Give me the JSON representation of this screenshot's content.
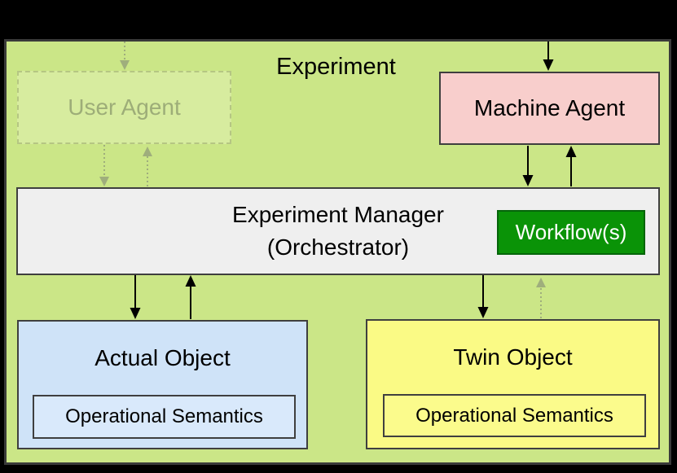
{
  "diagram": {
    "title": "Experiment",
    "nodes": {
      "user_agent": {
        "label": "User Agent",
        "state": "faded"
      },
      "machine_agent": {
        "label": "Machine Agent"
      },
      "experiment_manager": {
        "line1": "Experiment Manager",
        "line2": "(Orchestrator)"
      },
      "workflow": {
        "label": "Workflow(s)"
      },
      "actual_object": {
        "label": "Actual Object",
        "inner_label": "Operational Semantics"
      },
      "twin_object": {
        "label": "Twin Object",
        "inner_label": "Operational Semantics"
      }
    },
    "edges": [
      {
        "from": "outside-top",
        "to": "user_agent",
        "style": "dotted-faded",
        "direction": "down"
      },
      {
        "from": "user_agent",
        "to": "experiment_manager",
        "style": "dotted-faded",
        "direction": "down"
      },
      {
        "from": "experiment_manager",
        "to": "user_agent",
        "style": "dotted-faded",
        "direction": "up"
      },
      {
        "from": "outside-top",
        "to": "machine_agent",
        "style": "solid",
        "direction": "down"
      },
      {
        "from": "machine_agent",
        "to": "experiment_manager",
        "style": "solid",
        "direction": "down"
      },
      {
        "from": "experiment_manager",
        "to": "machine_agent",
        "style": "solid",
        "direction": "up"
      },
      {
        "from": "experiment_manager",
        "to": "actual_object",
        "style": "solid",
        "direction": "down"
      },
      {
        "from": "actual_object",
        "to": "experiment_manager",
        "style": "solid",
        "direction": "up"
      },
      {
        "from": "experiment_manager",
        "to": "twin_object",
        "style": "solid",
        "direction": "down"
      },
      {
        "from": "twin_object",
        "to": "experiment_manager",
        "style": "dotted-faded",
        "direction": "up"
      }
    ],
    "colors": {
      "background": "#000000",
      "panel_fill": "#cbe687",
      "panel_border": "#3a3a3a",
      "box_border": "#3f3f3f",
      "text": "#000000",
      "user_agent_fill": "#d7ec9f",
      "user_agent_border": "#b5c683",
      "user_agent_text": "#9dad78",
      "machine_agent_fill": "#f8cecc",
      "manager_fill": "#efefef",
      "workflow_fill": "#0a9307",
      "workflow_border": "#05650a",
      "workflow_text": "#ffffff",
      "actual_fill": "#cfe3f8",
      "actual_inner_fill": "#d9e9fb",
      "twin_fill": "#fafa85",
      "twin_inner_fill": "#fbfb8c",
      "arrow": "#000000",
      "faded_arrow": "#9fae7c"
    }
  }
}
